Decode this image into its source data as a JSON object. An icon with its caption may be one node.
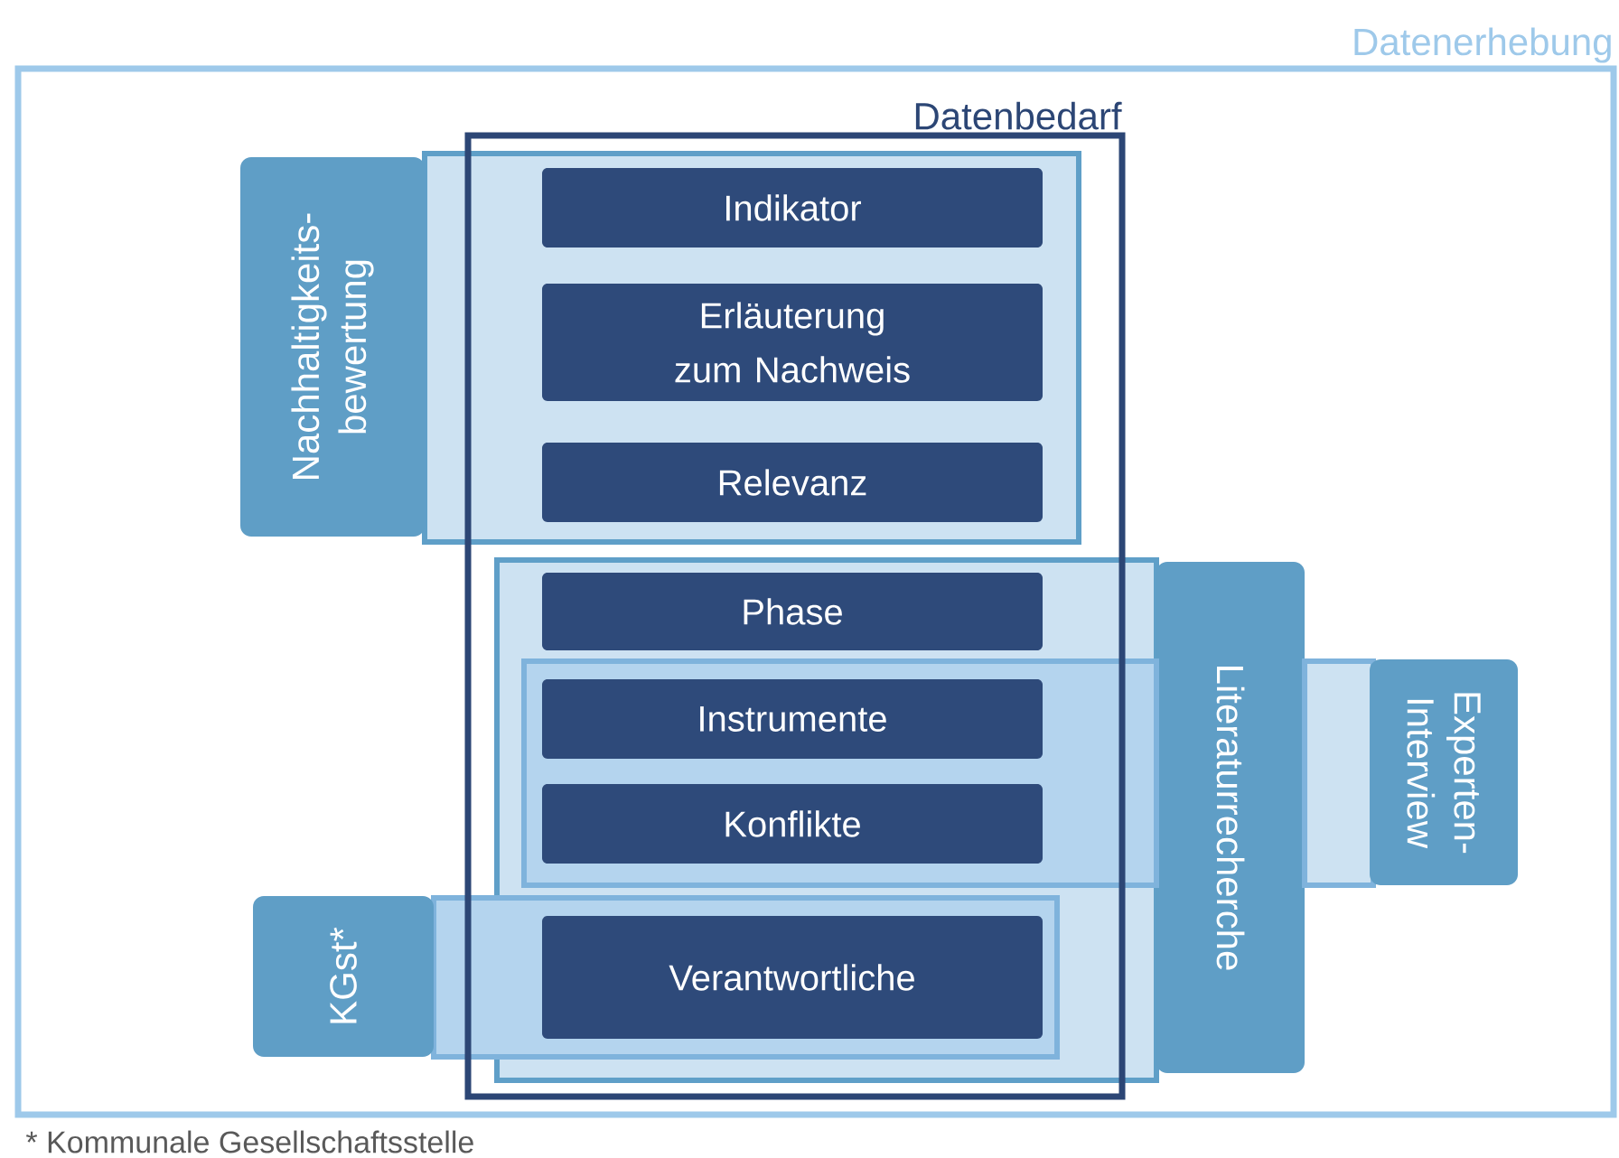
{
  "diagram": {
    "nodes": [
      {
        "text": [
          "Datenerhebung"
        ]
      },
      {
        "text": [
          "Datenbedarf"
        ],
        "in": 0
      },
      {
        "text": [
          "Nachhaltigkeits- bewertung"
        ],
        "in": 0
      },
      {
        "text": [
          "Indikator"
        ],
        "in": 2
      },
      {
        "text": [
          "Erläuterung zum Nachweis"
        ],
        "in": 2
      },
      {
        "text": [
          "Relevanz"
        ],
        "in": 2
      },
      {
        "text": [
          "Literaturrecherche"
        ],
        "in": 1
      },
      {
        "text": [
          "Phase"
        ],
        "in": 6
      },
      {
        "text": [
          "Experten- Interview"
        ],
        "in": 6
      },
      {
        "text": [
          "Instrumente"
        ],
        "in": 8
      },
      {
        "text": [
          "Konflikte"
        ],
        "in": 8
      },
      {
        "text": [
          "KGst*"
        ],
        "in": 0
      },
      {
        "text": [
          "Verantwortliche"
        ],
        "in": 11
      }
    ],
    "edges": [],
    "labels": [
      "* Kommunale Gesellschaftsstelle"
    ]
  }
}
